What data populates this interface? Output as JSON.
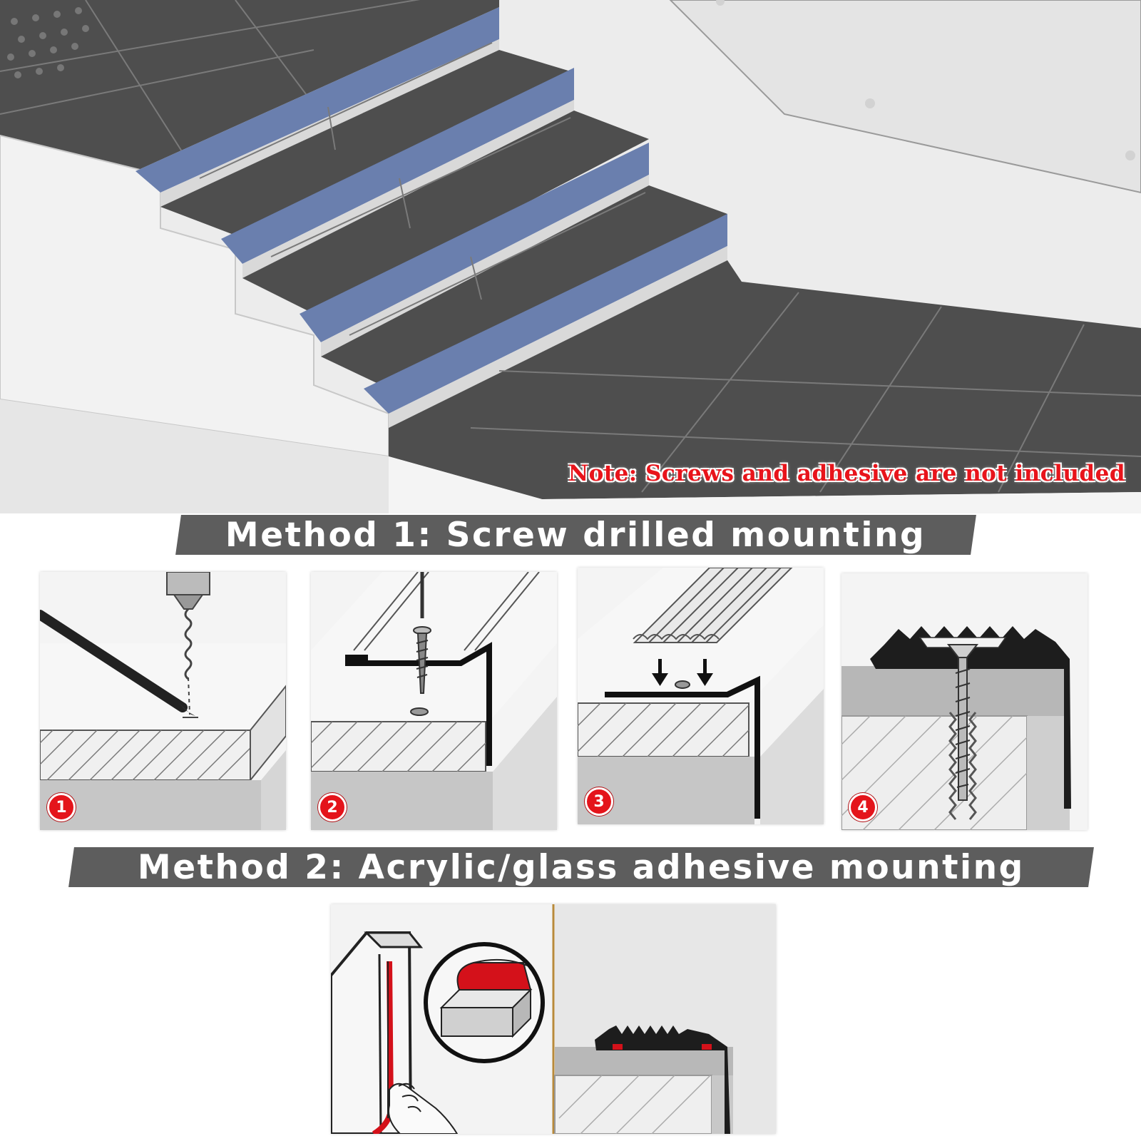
{
  "note": "Note: Screws and adhesive are not included",
  "method1": {
    "title": "Method 1: Screw drilled mounting",
    "steps": [
      {
        "number": "1",
        "illustration": "pencil-and-drill-marking"
      },
      {
        "number": "2",
        "illustration": "profile-and-screw"
      },
      {
        "number": "3",
        "illustration": "insert-anti-slip-strip"
      },
      {
        "number": "4",
        "illustration": "cross-section-mounted"
      }
    ]
  },
  "method2": {
    "title": "Method 2: Acrylic/glass adhesive mounting",
    "illustration": "adhesive-tape-application"
  },
  "colors": {
    "banner": "#5d5d5d",
    "note_red": "#e8141b",
    "badge_red": "#e4141b",
    "tile_dark": "#4e4e4e",
    "tread_blue": "#6a7fae"
  }
}
